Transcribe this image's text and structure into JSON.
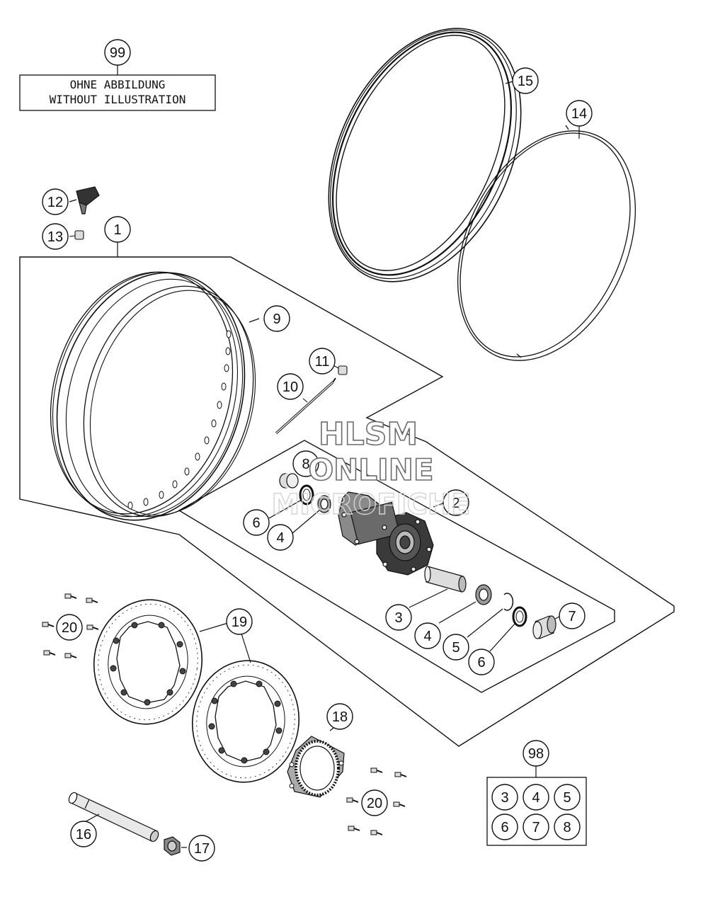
{
  "note": {
    "line1": "OHNE ABBILDUNG",
    "line2": "WITHOUT ILLUSTRATION"
  },
  "watermark": {
    "line1": "HLSM",
    "line2": "ONLINE",
    "line3": "MICROFICHE"
  },
  "callouts": {
    "c99": "99",
    "c15": "15",
    "c14": "14",
    "c12": "12",
    "c13": "13",
    "c1": "1",
    "c9": "9",
    "c11": "11",
    "c10": "10",
    "c8": "8",
    "c2": "2",
    "c6a": "6",
    "c4a": "4",
    "c3": "3",
    "c7": "7",
    "c4b": "4",
    "c5": "5",
    "c6b": "6",
    "c20a": "20",
    "c19": "19",
    "c18": "18",
    "c20b": "20",
    "c16": "16",
    "c17": "17",
    "c98": "98"
  },
  "kit98": [
    "3",
    "4",
    "5",
    "6",
    "7",
    "8"
  ],
  "colors": {
    "line": "#111111",
    "hub": "#3a3a3a",
    "watermark_outline": "#6d6d6d"
  }
}
